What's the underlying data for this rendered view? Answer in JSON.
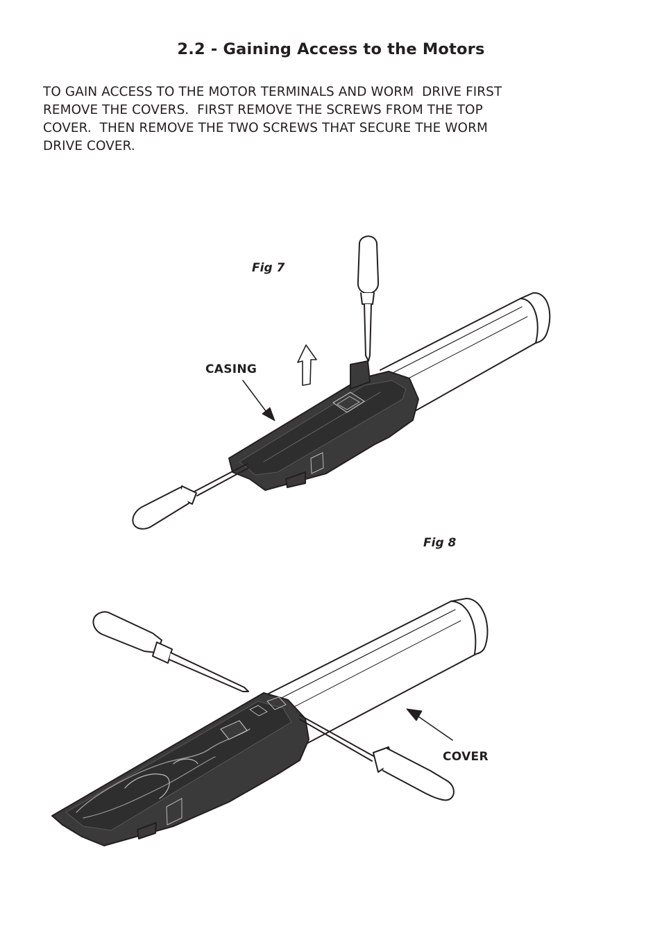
{
  "section": {
    "title": "2.2 - Gaining Access to the Motors"
  },
  "intro": {
    "lines": [
      "TO GAIN ACCESS TO THE MOTOR TERMINALS AND WORM  DRIVE FIRST",
      "REMOVE THE COVERS.  FIRST REMOVE THE SCREWS FROM THE TOP",
      "COVER.  THEN REMOVE THE TWO SCREWS THAT SECURE THE WORM",
      "DRIVE COVER."
    ]
  },
  "figures": [
    {
      "label": "Fig 7",
      "callout": "CASING"
    },
    {
      "label": "Fig 8",
      "callout": "COVER"
    }
  ],
  "colors": {
    "text": "#231f20",
    "housing": "#3b3a3b",
    "line": "#231f20"
  }
}
